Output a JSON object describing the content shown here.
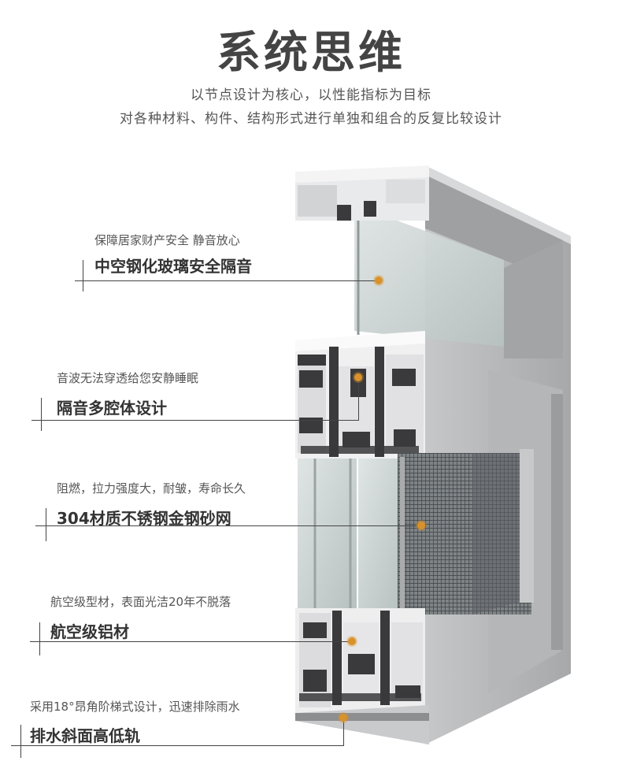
{
  "header": {
    "title": "系统思维",
    "subtitle_line1": "以节点设计为核心，以性能指标为目标",
    "subtitle_line2": "对各种材料、构件、结构形式进行单独和组合的反复比较设计"
  },
  "features": [
    {
      "caption": "保障居家财产安全 静音放心",
      "title": "中空钢化玻璃安全隔音"
    },
    {
      "caption": "音波无法穿透给您安静睡眠",
      "title": "隔音多腔体设计"
    },
    {
      "caption": "阻燃，拉力强度大，耐皱，寿命长久",
      "title": "304材质不锈钢金钢砂网"
    },
    {
      "caption": "航空级型材，表面光洁20年不脱落",
      "title": "航空级铝材"
    },
    {
      "caption": "采用18°昂角阶梯式设计，迅速排除雨水",
      "title": "排水斜面高低轨"
    }
  ],
  "colors": {
    "marker": "#d9922b",
    "frame": "#b8b9bb",
    "profile_dark": "#3a3a3c",
    "glass": "#cfd6d6"
  }
}
